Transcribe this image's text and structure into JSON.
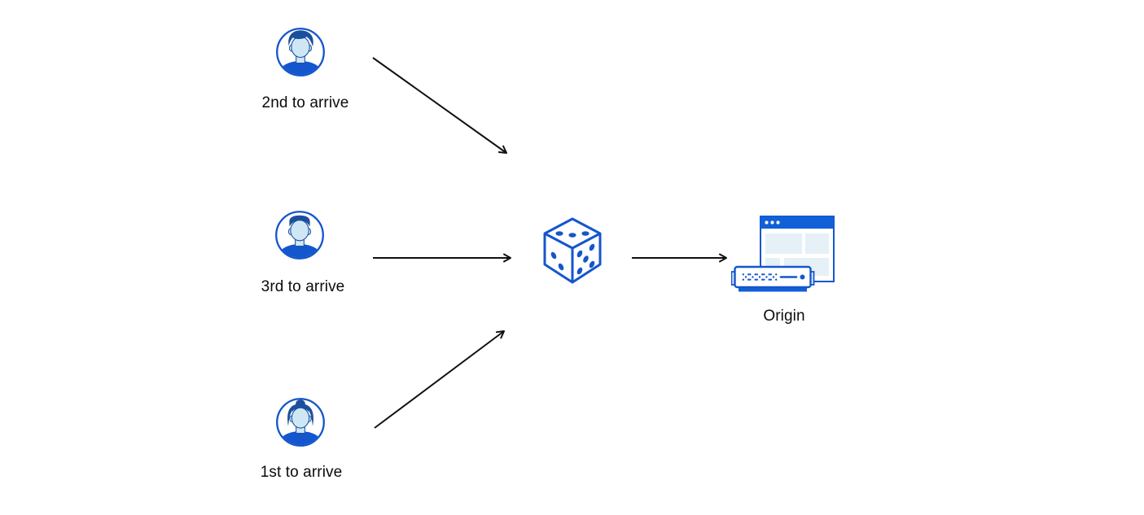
{
  "page": {
    "background": "#ffffff"
  },
  "diagram": {
    "colors": {
      "primary_blue": "#1456cd",
      "navy": "#1b4f9e",
      "skin_blue": "#cfe7f5",
      "panel_blue": "#e6f0f7",
      "titlebar_blue": "#1160d8",
      "arrow": "#111111",
      "label": "#0b0b0b"
    },
    "clients": [
      {
        "id": "client-second",
        "icon": "male-avatar-icon",
        "label": "2nd to arrive"
      },
      {
        "id": "client-third",
        "icon": "male-flattop-avatar-icon",
        "label": "3rd to arrive"
      },
      {
        "id": "client-first",
        "icon": "female-avatar-icon",
        "label": "1st to arrive"
      }
    ],
    "hub": {
      "id": "random-dice",
      "icon": "dice-icon"
    },
    "origin": {
      "id": "origin-server",
      "icon": "origin-server-icon",
      "label": "Origin"
    },
    "edges": [
      {
        "from": "client-second",
        "to": "random-dice"
      },
      {
        "from": "client-third",
        "to": "random-dice"
      },
      {
        "from": "client-first",
        "to": "random-dice"
      },
      {
        "from": "random-dice",
        "to": "origin-server"
      }
    ]
  }
}
